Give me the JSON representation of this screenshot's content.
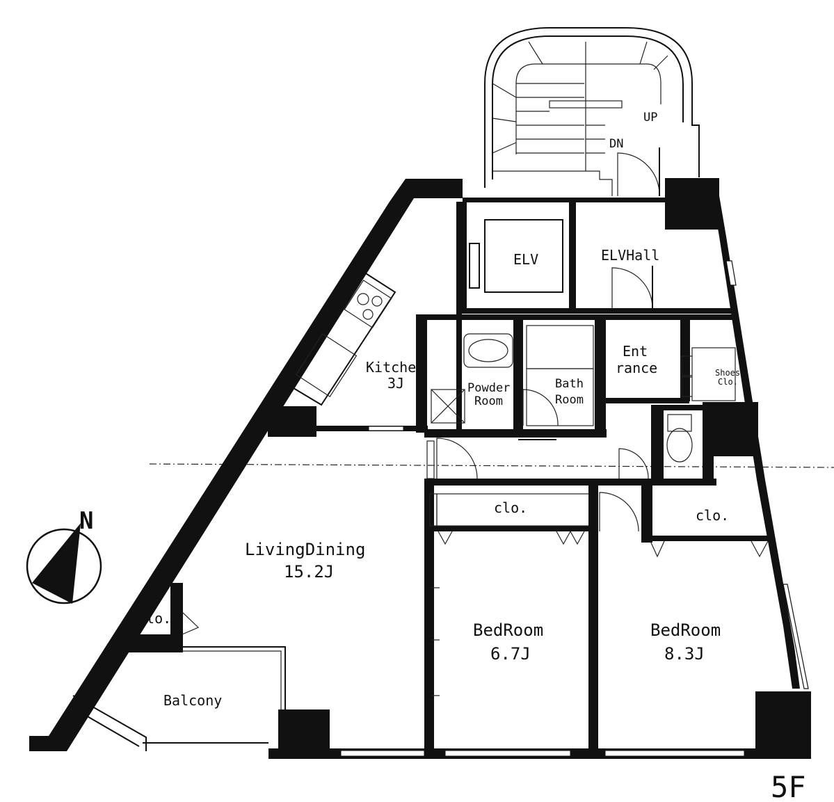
{
  "floor_label": "5F",
  "compass": {
    "letter": "N"
  },
  "rooms": {
    "living": {
      "name": "LivingDining",
      "size": "15.2J"
    },
    "kitchen": {
      "name": "Kitchen",
      "size": "3J"
    },
    "bed1": {
      "name": "BedRoom",
      "size": "6.7J"
    },
    "bed2": {
      "name": "BedRoom",
      "size": "8.3J"
    },
    "elv": "ELV",
    "elv_hall": "ELVHall",
    "entrance": [
      "Ent",
      "rance"
    ],
    "powder": [
      "Powder",
      "Room"
    ],
    "bath": [
      "Bath",
      "Room"
    ],
    "shoes": [
      "Shoes",
      "Clo."
    ],
    "balcony": "Balcony",
    "clo_living": "clo.",
    "clo_bed1": "clo.",
    "clo_bed2": "clo."
  },
  "stairs": {
    "up": "UP",
    "down": "DN"
  }
}
